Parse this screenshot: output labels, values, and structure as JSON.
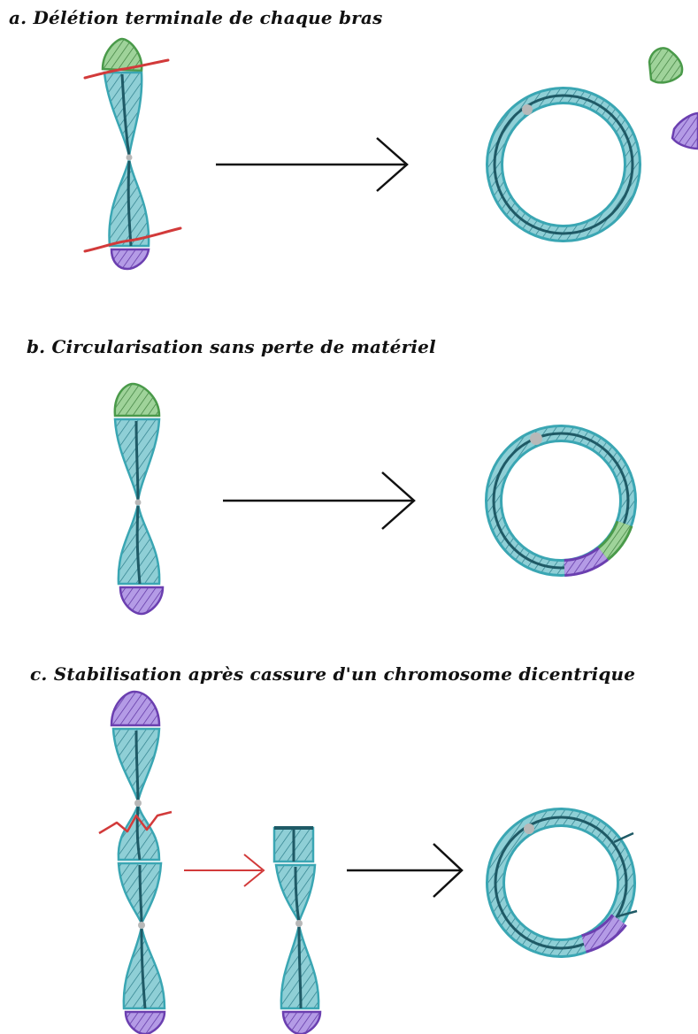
{
  "sections": {
    "a": {
      "title": "a. Délétion terminale de chaque bras"
    },
    "b": {
      "title": "b. Circularisation sans perte de matériel"
    },
    "c": {
      "title": "c. Stabilisation après cassure d'un chromosome dicentrique"
    }
  },
  "colors": {
    "chromatid_fill": "#8fcfd6",
    "chromatid_outline": "#3aa6b3",
    "chromatid_dark": "#1f5a66",
    "telomere_green": "#4a9a4a",
    "telomere_green_fill": "#9fd39a",
    "telomere_purple": "#6b3fb0",
    "telomere_purple_fill": "#b49be6",
    "break_red": "#d23a3a",
    "arrow_black": "#111111",
    "centromere_gray": "#b8b8b8"
  },
  "icons": [
    "break-line-icon",
    "right-arrow-icon",
    "centromere-dot-icon"
  ]
}
